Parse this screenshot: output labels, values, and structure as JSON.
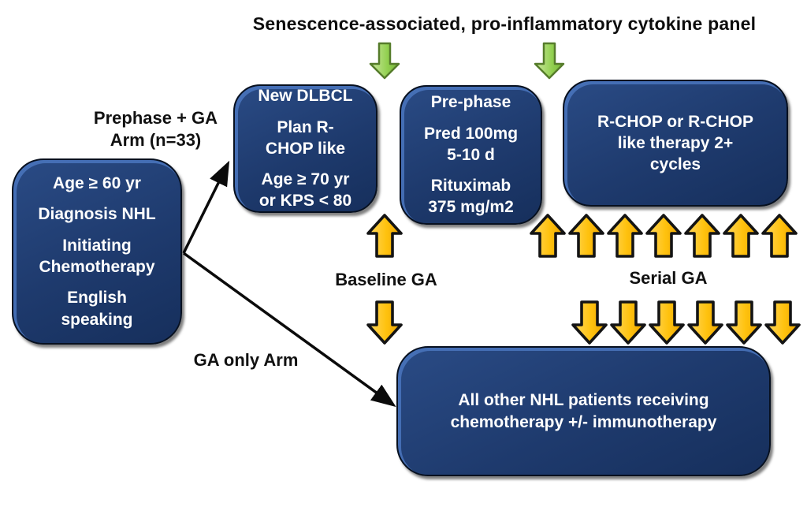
{
  "title": "Senescence-associated, pro-inflammatory cytokine panel",
  "labels": {
    "prephase_arm": "Prephase + GA\nArm (n=33)",
    "baseline_ga": "Baseline GA",
    "serial_ga": "Serial GA",
    "ga_only_arm": "GA only Arm"
  },
  "boxes": {
    "eligibility": {
      "lines": [
        "Age ≥ 60 yr",
        "Diagnosis NHL",
        "Initiating\nChemotherapy",
        "English\nspeaking"
      ]
    },
    "new_dlbcl": {
      "lines": [
        "New DLBCL",
        "Plan R-\nCHOP like",
        "Age ≥ 70 yr\nor KPS < 80"
      ]
    },
    "pre_phase": {
      "lines": [
        "Pre-phase",
        "Pred 100mg\n5-10 d",
        "Rituximab\n375 mg/m2"
      ]
    },
    "rchop": {
      "lines": [
        "R-CHOP or R-CHOP\nlike therapy 2+\ncycles"
      ]
    },
    "ga_only": {
      "lines": [
        "All other NHL patients receiving\nchemotherapy +/- immunotherapy"
      ]
    }
  },
  "arrows": {
    "cytokine_panel_green_down": 2,
    "baseline_up": 1,
    "baseline_down": 1,
    "serial_up": 7,
    "serial_down": 6
  },
  "colors": {
    "box_fill": "#1e3a6d",
    "box_bevel": "#3c64ab",
    "yellow_arrow": "#ffc20e",
    "green_arrow": "#92d050",
    "text_on_box": "#ffffff",
    "label_text": "#111111"
  }
}
